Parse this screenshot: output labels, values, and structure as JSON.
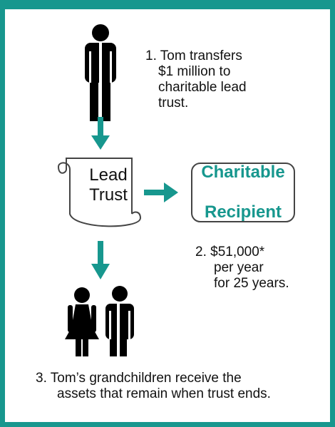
{
  "colors": {
    "accent": "#17978e",
    "figure": "#000000",
    "outline": "#444444"
  },
  "icons": {
    "person": "man-icon",
    "scroll": "scroll-icon",
    "couple": "woman-icon, man-icon"
  },
  "step1": {
    "line1": "1. Tom transfers",
    "line2": "$1 million to",
    "line3": "charitable lead",
    "line4": "trust."
  },
  "lead_trust": {
    "line1": "Lead",
    "line2": "Trust"
  },
  "recipient": {
    "line1": "Charitable",
    "line2": "Recipient"
  },
  "step2": {
    "line1": "2. $51,000*",
    "line2": "per year",
    "line3": "for 25 years."
  },
  "step3": {
    "line1": "3. Tom’s grandchildren receive the",
    "line2": "assets that remain when trust ends."
  }
}
